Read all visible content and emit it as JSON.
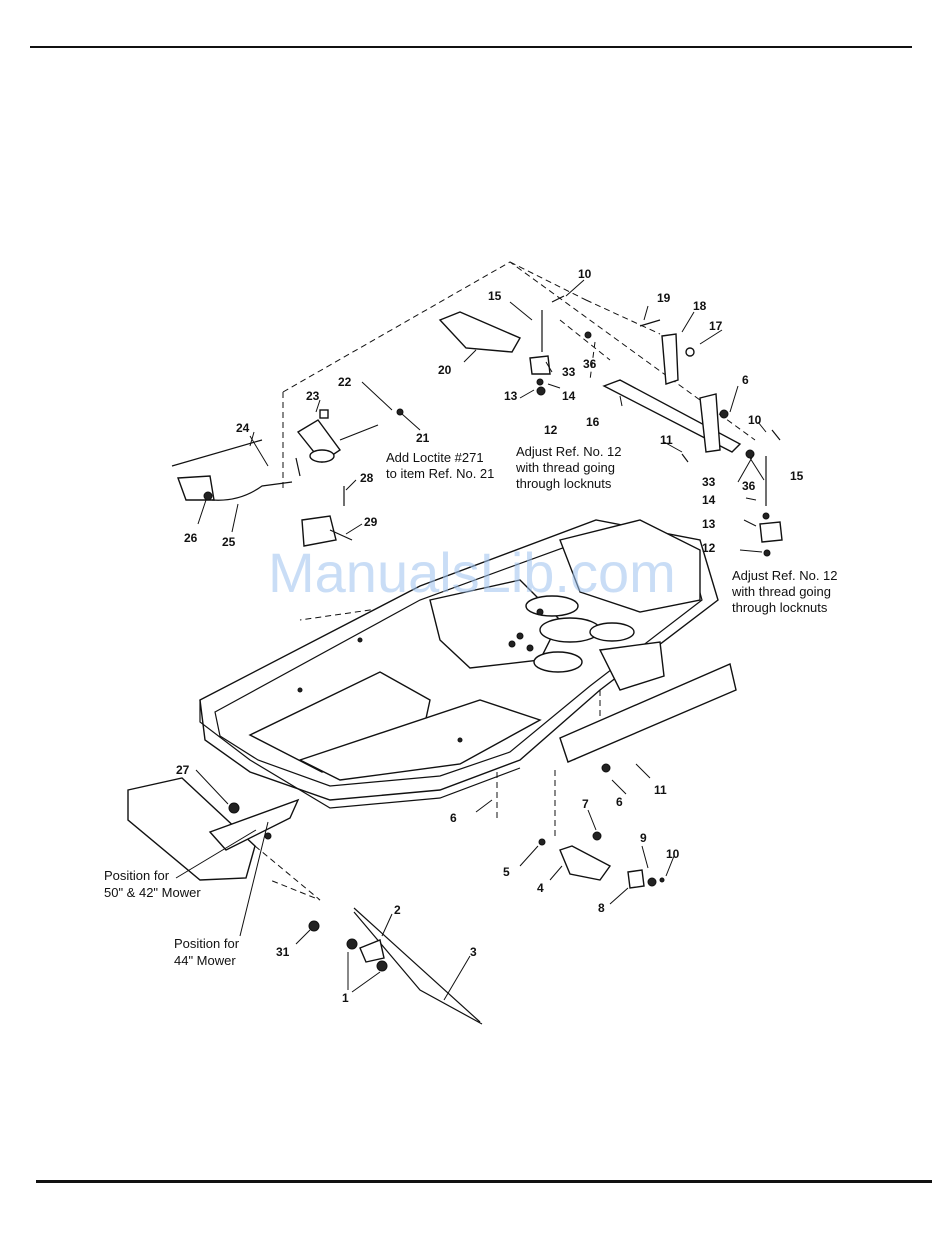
{
  "watermark": "ManualsLib.com",
  "notes": {
    "loctite": [
      "Add Loctite #271",
      "to item Ref. No. 21"
    ],
    "adjust_top": [
      "Adjust Ref. No. 12",
      "with thread going",
      "through locknuts"
    ],
    "adjust_right": [
      "Adjust Ref. No. 12",
      "with thread going",
      "through locknuts"
    ],
    "position_50_42": [
      "Position for",
      "50\" & 42\" Mower"
    ],
    "position_44": [
      "Position for",
      "44\" Mower"
    ]
  },
  "callouts": {
    "c10a": "10",
    "c15a": "15",
    "c19": "19",
    "c18": "18",
    "c17": "17",
    "c20": "20",
    "c33a": "33",
    "c36a": "36",
    "c13a": "13",
    "c14a": "14",
    "c12a": "12",
    "c16": "16",
    "c6a": "6",
    "c10b": "10",
    "c11a": "11",
    "c22": "22",
    "c23": "23",
    "c21": "21",
    "c24": "24",
    "c28": "28",
    "c26": "26",
    "c25": "25",
    "c29": "29",
    "c33b": "33",
    "c36b": "36",
    "c15b": "15",
    "c14b": "14",
    "c13b": "13",
    "c12b": "12",
    "c27": "27",
    "c6b": "6",
    "c6c": "6",
    "c11b": "11",
    "c7": "7",
    "c5": "5",
    "c4": "4",
    "c9": "9",
    "c10c": "10",
    "c8": "8",
    "c2": "2",
    "c3": "3",
    "c31": "31",
    "c1": "1"
  }
}
